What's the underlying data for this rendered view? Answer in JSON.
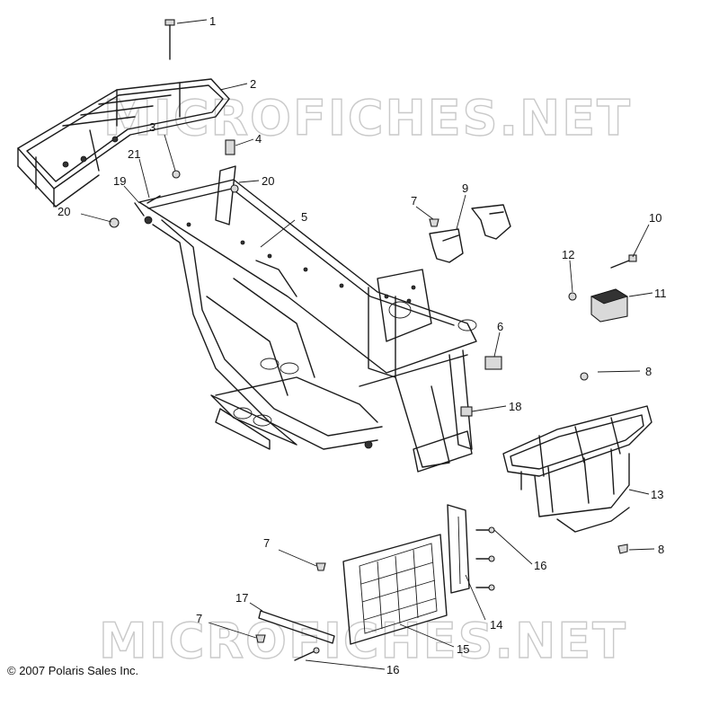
{
  "watermark": "MICROFICHES.NET",
  "copyright": "© 2007 Polaris Sales Inc.",
  "callouts": {
    "c1": "1",
    "c2": "2",
    "c3": "3",
    "c4": "4",
    "c5": "5",
    "c6": "6",
    "c7a": "7",
    "c7b": "7",
    "c7c": "7",
    "c8a": "8",
    "c8b": "8",
    "c9": "9",
    "c10": "10",
    "c11": "11",
    "c12": "12",
    "c13": "13",
    "c14": "14",
    "c15": "15",
    "c16a": "16",
    "c16b": "16",
    "c17": "17",
    "c18": "18",
    "c19": "19",
    "c20a": "20",
    "c20b": "20",
    "c21": "21"
  }
}
